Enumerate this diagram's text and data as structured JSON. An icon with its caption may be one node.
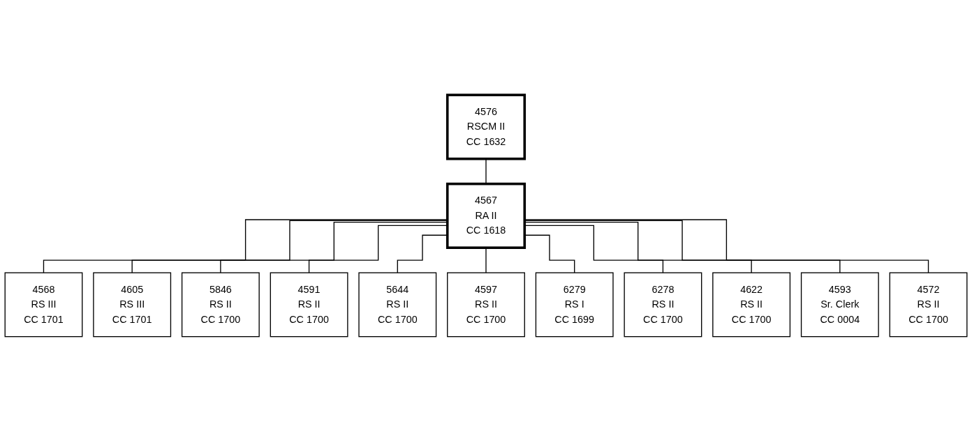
{
  "diagram": {
    "nodes": [
      {
        "text": [
          "4576",
          "RSCM II",
          "CC 1632"
        ]
      },
      {
        "text": [
          "4567",
          "RA II",
          "CC 1618"
        ]
      },
      {
        "text": [
          "4605",
          "RS III",
          "CC 1701"
        ]
      },
      {
        "text": [
          "4591",
          "RS II",
          "CC 1700"
        ]
      },
      {
        "text": [
          "4597",
          "RS II",
          "CC 1700"
        ]
      },
      {
        "text": [
          "6278",
          "RS II",
          "CC 1700"
        ]
      },
      {
        "text": [
          "4593",
          "Sr. Clerk",
          "CC 0004"
        ]
      },
      {
        "text": [
          "4568",
          "RS III",
          "CC 1701"
        ]
      },
      {
        "text": [
          "5846",
          "RS II",
          "CC 1700"
        ]
      },
      {
        "text": [
          "5644",
          "RS II",
          "CC 1700"
        ]
      },
      {
        "text": [
          "6279",
          "RS I",
          "CC 1699"
        ]
      },
      {
        "text": [
          "4622",
          "RS II",
          "CC 1700"
        ]
      },
      {
        "text": [
          "4572",
          "RS II",
          "CC 1700"
        ]
      }
    ],
    "edges": [
      {
        "from": 0,
        "to": 1,
        "arrow": "none"
      },
      {
        "from": 1,
        "to": 7,
        "arrow": "none"
      },
      {
        "from": 1,
        "to": 2,
        "arrow": "none"
      },
      {
        "from": 1,
        "to": 8,
        "arrow": "none"
      },
      {
        "from": 1,
        "to": 3,
        "arrow": "none"
      },
      {
        "from": 1,
        "to": 9,
        "arrow": "none"
      },
      {
        "from": 1,
        "to": 4,
        "arrow": "none"
      },
      {
        "from": 1,
        "to": 10,
        "arrow": "none"
      },
      {
        "from": 1,
        "to": 5,
        "arrow": "none"
      },
      {
        "from": 1,
        "to": 11,
        "arrow": "none"
      },
      {
        "from": 1,
        "to": 6,
        "arrow": "none"
      },
      {
        "from": 1,
        "to": 12,
        "arrow": "none"
      }
    ]
  }
}
